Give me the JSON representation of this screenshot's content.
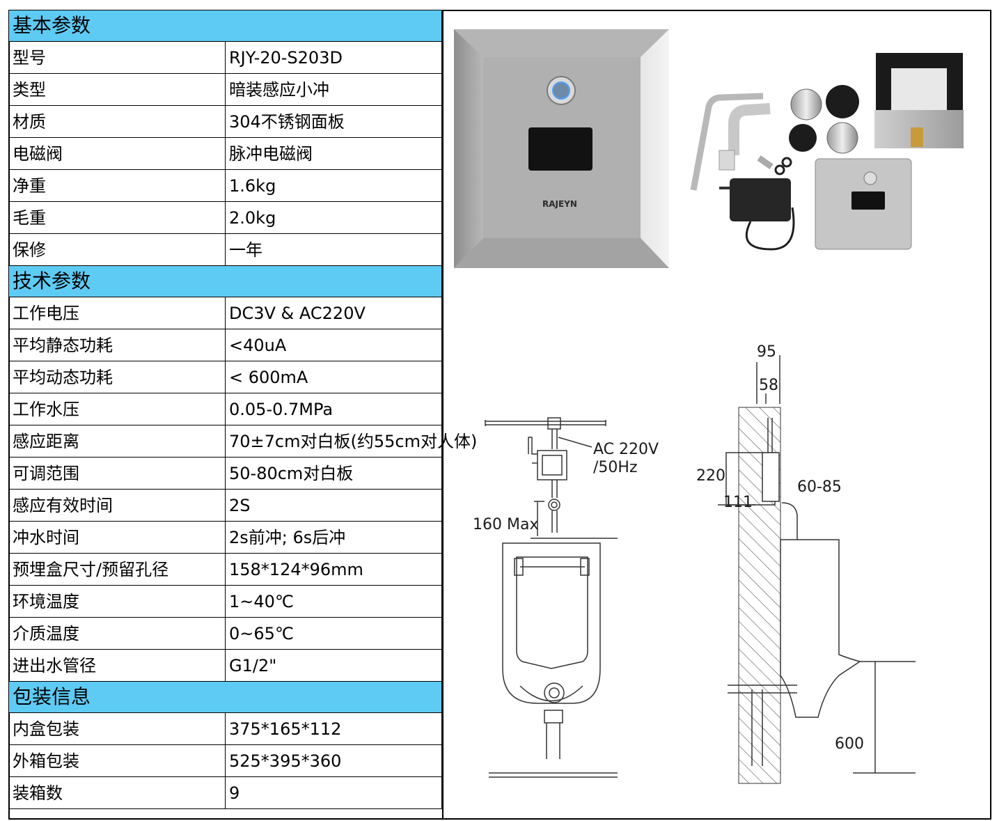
{
  "sections": [
    {
      "title": "基本参数",
      "rows": [
        {
          "key": "型号",
          "value": "RJY-20-S203D"
        },
        {
          "key": "类型",
          "value": "暗装感应小冲"
        },
        {
          "key": "材质",
          "value": "304不锈钢面板"
        },
        {
          "key": "电磁阀",
          "value": "脉冲电磁阀"
        },
        {
          "key": "净重",
          "value": "1.6kg"
        },
        {
          "key": "毛重",
          "value": "2.0kg"
        },
        {
          "key": "保修",
          "value": "一年"
        }
      ]
    },
    {
      "title": "技术参数",
      "rows": [
        {
          "key": "工作电压",
          "value": "DC3V & AC220V"
        },
        {
          "key": "平均静态功耗",
          "value": "<40uA"
        },
        {
          "key": "平均动态功耗",
          "value": " < 600mA"
        },
        {
          "key": "工作水压",
          "value": "0.05-0.7MPa"
        },
        {
          "key": "感应距离",
          "value": "70±7cm对白板(约55cm对人体)"
        },
        {
          "key": "可调范围",
          "value": "50-80cm对白板"
        },
        {
          "key": "感应有效时间",
          "value": "2S"
        },
        {
          "key": "冲水时间",
          "value": "2s前冲; 6s后冲"
        },
        {
          "key": "预埋盒尺寸/预留孔径",
          "value": "158*124*96mm"
        },
        {
          "key": "环境温度",
          "value": "1~40℃"
        },
        {
          "key": "介质温度",
          "value": "0~65℃"
        },
        {
          "key": "进出水管径",
          "value": "G1/2\""
        }
      ]
    },
    {
      "title": "包装信息",
      "rows": [
        {
          "key": "内盒包装",
          "value": "375*165*112"
        },
        {
          "key": "外箱包装",
          "value": "525*395*360"
        },
        {
          "key": "装箱数",
          "value": "9"
        }
      ]
    }
  ],
  "product_photo": {
    "brand": "RAJEYN"
  },
  "front_diagram": {
    "power_label_1": "AC 220V",
    "power_label_2": "/50Hz",
    "height_label": "160 Max"
  },
  "side_diagram": {
    "dim_95": "95",
    "dim_58": "58",
    "dim_220": "220",
    "dim_111": "111",
    "dim_60_85": "60-85",
    "dim_600": "600"
  }
}
